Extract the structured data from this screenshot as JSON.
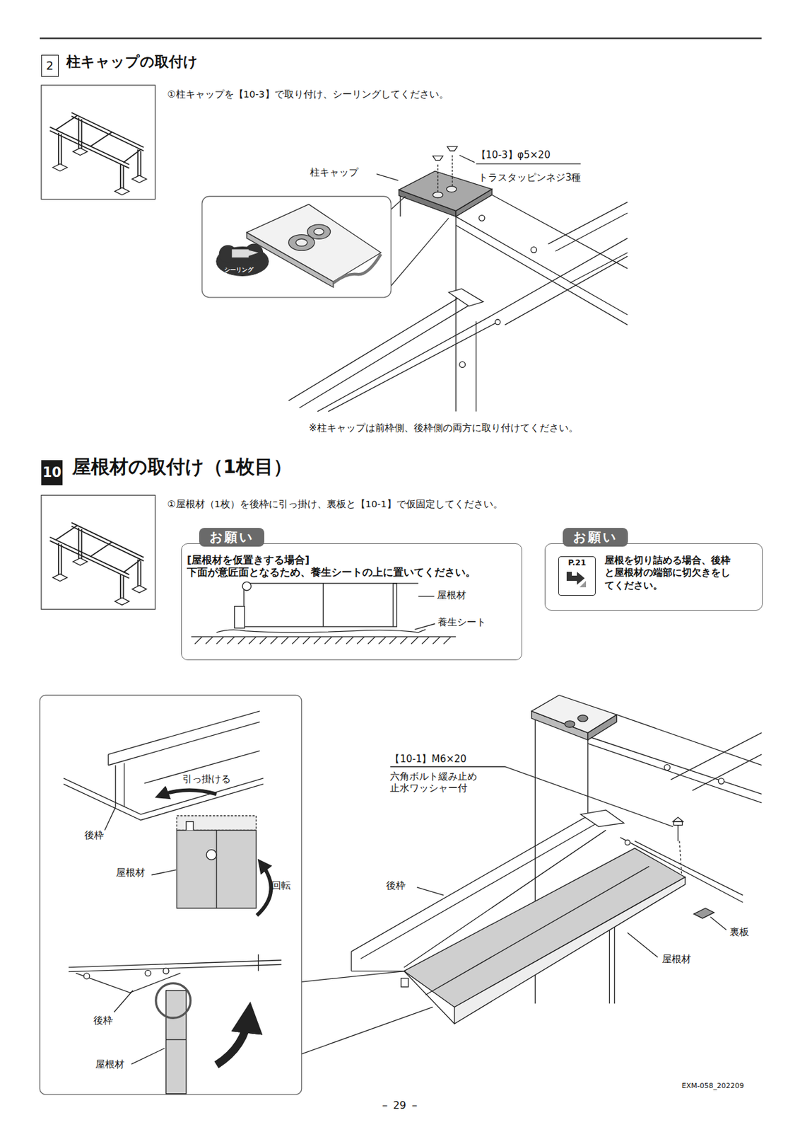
{
  "diagram": {
    "nodes": [
      {
        "text": [
          "2"
        ]
      },
      {
        "text": [
          "10"
        ]
      },
      {
        "text": [
          "お願い",
          "[屋根材を仮置きする場合]",
          "下面が意匠面となるため、養生シートの上に置いてください。"
        ]
      },
      {
        "text": [
          "お願い",
          "屋根を切り詰める場合、後枠と屋根材の端部に切欠きをしてください。"
        ]
      },
      {
        "text": [
          "P.21"
        ],
        "in": 3
      }
    ],
    "labels": [
      "柱キャップの取付け",
      "①柱キャップを【10-3】で取り付け、シーリングしてください。",
      "柱キャップ",
      "【10-3】φ5×20",
      "トラスタッピンネジ3種",
      "シーリング",
      "※柱キャップは前枠側、後枠側の両方に取り付けてください。",
      "屋根材の取付け（1枚目）",
      "①屋根材（1枚）を後枠に引っ掛け、裏板と【10-1】で仮固定してください。",
      "屋根材",
      "養生シート",
      "引っ掛ける",
      "後枠",
      "屋根材",
      "回転",
      "後枠",
      "屋根材",
      "【10-1】M6×20",
      "六角ボルト緩み止め 止水ワッシャー付",
      "後枠",
      "屋根材",
      "裏板",
      "－ 29 －",
      "EXM-058_202209"
    ]
  }
}
